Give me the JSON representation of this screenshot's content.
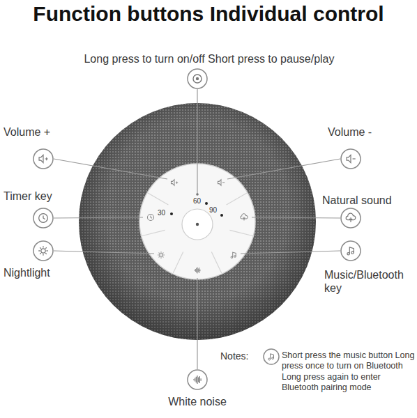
{
  "diagram": {
    "title": "Function buttons Individual control",
    "labels": [
      "Long press to turn on/off Short press to pause/play",
      "Volume +",
      "Volume -",
      "Timer key",
      "Natural sound",
      "Nightlight",
      "Music/Bluetooth key",
      "White noise",
      "Notes:",
      "Short press the music button Long press once to turn on Bluetooth Long press again to enter Bluetooth pairing mode",
      "30",
      "60",
      "90"
    ]
  }
}
